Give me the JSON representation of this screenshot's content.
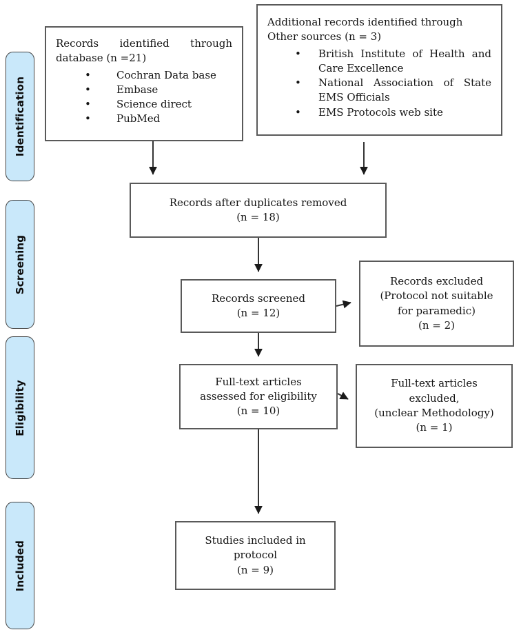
{
  "diagram": {
    "title": "PRISMA study selection flow diagram",
    "colors": {
      "sidebar_fill": "#c9e8fa",
      "sidebar_border": "#3f3f3f",
      "box_border": "#595959",
      "arrow": "#343434"
    },
    "sidebar": {
      "identification": "Identification",
      "screening": "Screening",
      "eligibility": "Eligibility",
      "included": "Included"
    },
    "boxes": {
      "database": {
        "title_line1": "Records identified through",
        "title_line2": "database (n =21)",
        "bullets": [
          "Cochran Data base",
          "Embase",
          "Science direct",
          "PubMed"
        ]
      },
      "other_sources": {
        "title_line1": "Additional records identified through",
        "title_line2": "Other sources (n = 3)",
        "bullets": [
          "British Institute of Health and Care Excellence",
          "National Association of State EMS Officials",
          "EMS Protocols web site"
        ]
      },
      "duplicates_removed": {
        "text": "Records after duplicates removed\n(n = 18)"
      },
      "records_screened": {
        "text": "Records screened\n(n = 12)"
      },
      "records_excluded": {
        "text": "Records excluded\n(Protocol not suitable\nfor paramedic)\n(n = 2)"
      },
      "fulltext_assessed": {
        "text": "Full-text articles\nassessed for eligibility\n(n = 10)"
      },
      "fulltext_excluded": {
        "text": "Full-text articles\nexcluded,\n(unclear Methodology)\n(n = 1)"
      },
      "studies_included": {
        "text": "Studies included in\nprotocol\n(n = 9)"
      }
    }
  }
}
